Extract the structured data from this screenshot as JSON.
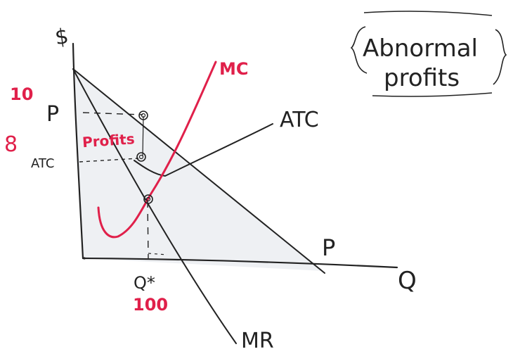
{
  "colors": {
    "ink": "#222222",
    "red": "#e0204a",
    "shade": "#eef0f3"
  },
  "labels": {
    "y_axis": "$",
    "x_axis": "Q",
    "price_symbol": "P",
    "atc_symbol": "ATC",
    "price_value": "10",
    "atc_value": "8",
    "quantity_symbol": "Q*",
    "quantity_value": "100",
    "demand_label": "P",
    "mr_label": "MR",
    "mc_label": "MC",
    "atc_label": "ATC",
    "profits_label": "Profits",
    "note_line1": "Abnormal",
    "note_line2": "profits"
  }
}
